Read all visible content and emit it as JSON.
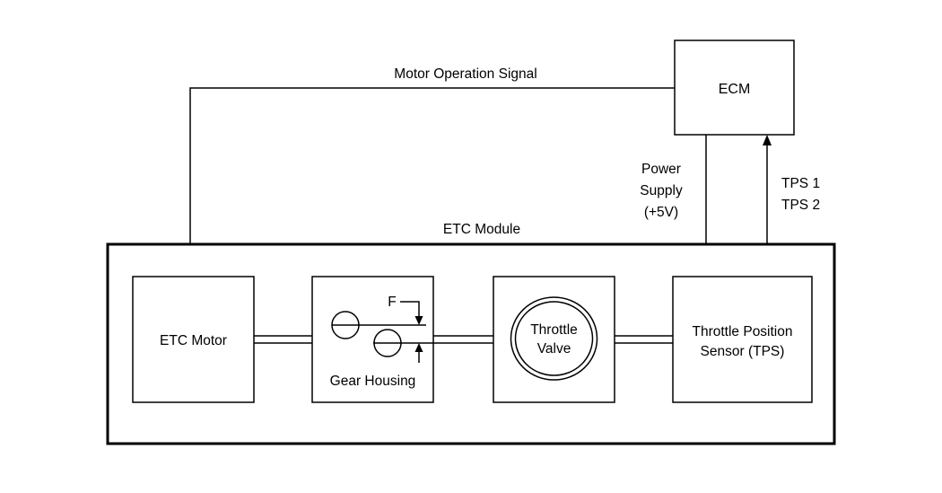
{
  "colors": {
    "line": "#000000",
    "background": "#ffffff"
  },
  "ecm": {
    "label": "ECM"
  },
  "connections": {
    "motor_operation_signal": "Motor Operation Signal",
    "power_supply": [
      "Power",
      "Supply",
      "(+5V)"
    ],
    "tps_signals": [
      "TPS 1",
      "TPS 2"
    ]
  },
  "etc_module": {
    "title": "ETC Module",
    "etc_motor": {
      "label": "ETC Motor"
    },
    "gear_housing": {
      "label": "Gear Housing",
      "force_label": "F"
    },
    "throttle_valve": {
      "label": [
        "Throttle",
        "Valve"
      ]
    },
    "throttle_position_sensor": {
      "label": [
        "Throttle Position",
        "Sensor (TPS)"
      ]
    }
  }
}
